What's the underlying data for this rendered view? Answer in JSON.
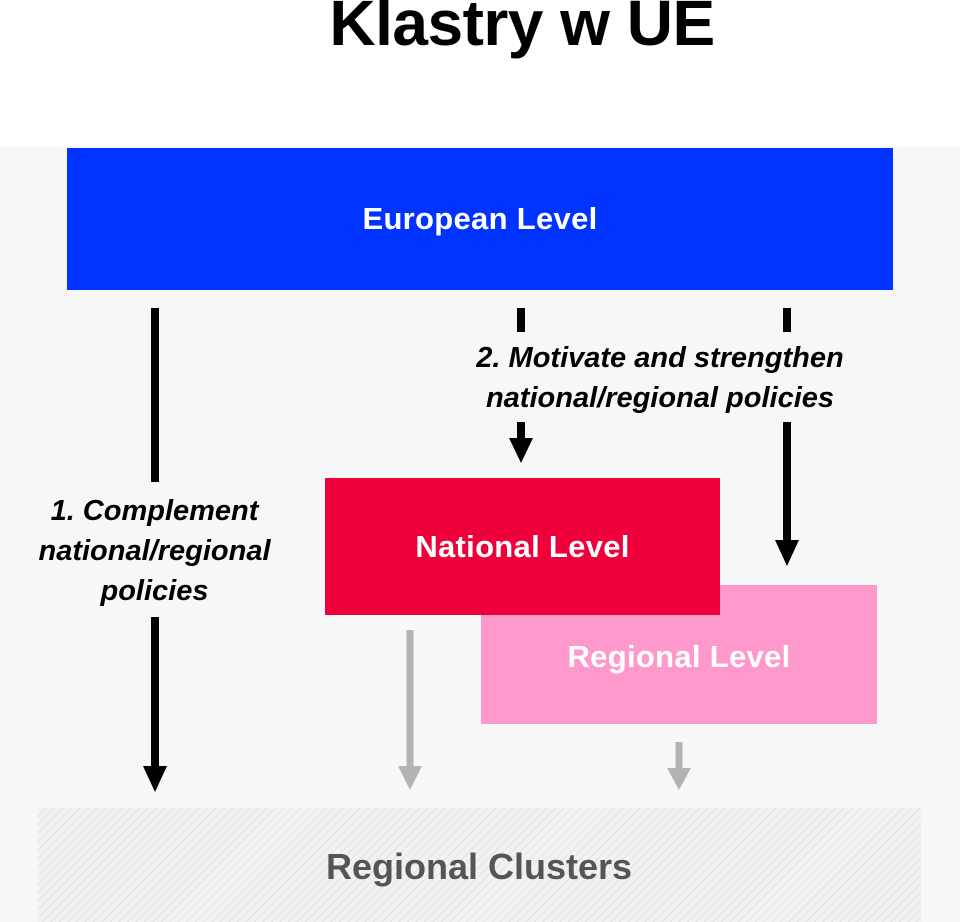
{
  "title": "Klastry w UE",
  "boxes": {
    "european": "European Level",
    "national": "National Level",
    "regional": "Regional Level",
    "clusters": "Regional Clusters"
  },
  "notes": {
    "complement": [
      "1. Complement",
      "national/regional",
      "policies"
    ],
    "motivate": [
      "2. Motivate and strengthen",
      "national/regional policies"
    ]
  },
  "colors": {
    "european": "#0033ff",
    "national": "#f0003a",
    "regional": "#ff99cc",
    "arrow_primary": "#000000",
    "arrow_secondary": "#b3b3b3"
  }
}
